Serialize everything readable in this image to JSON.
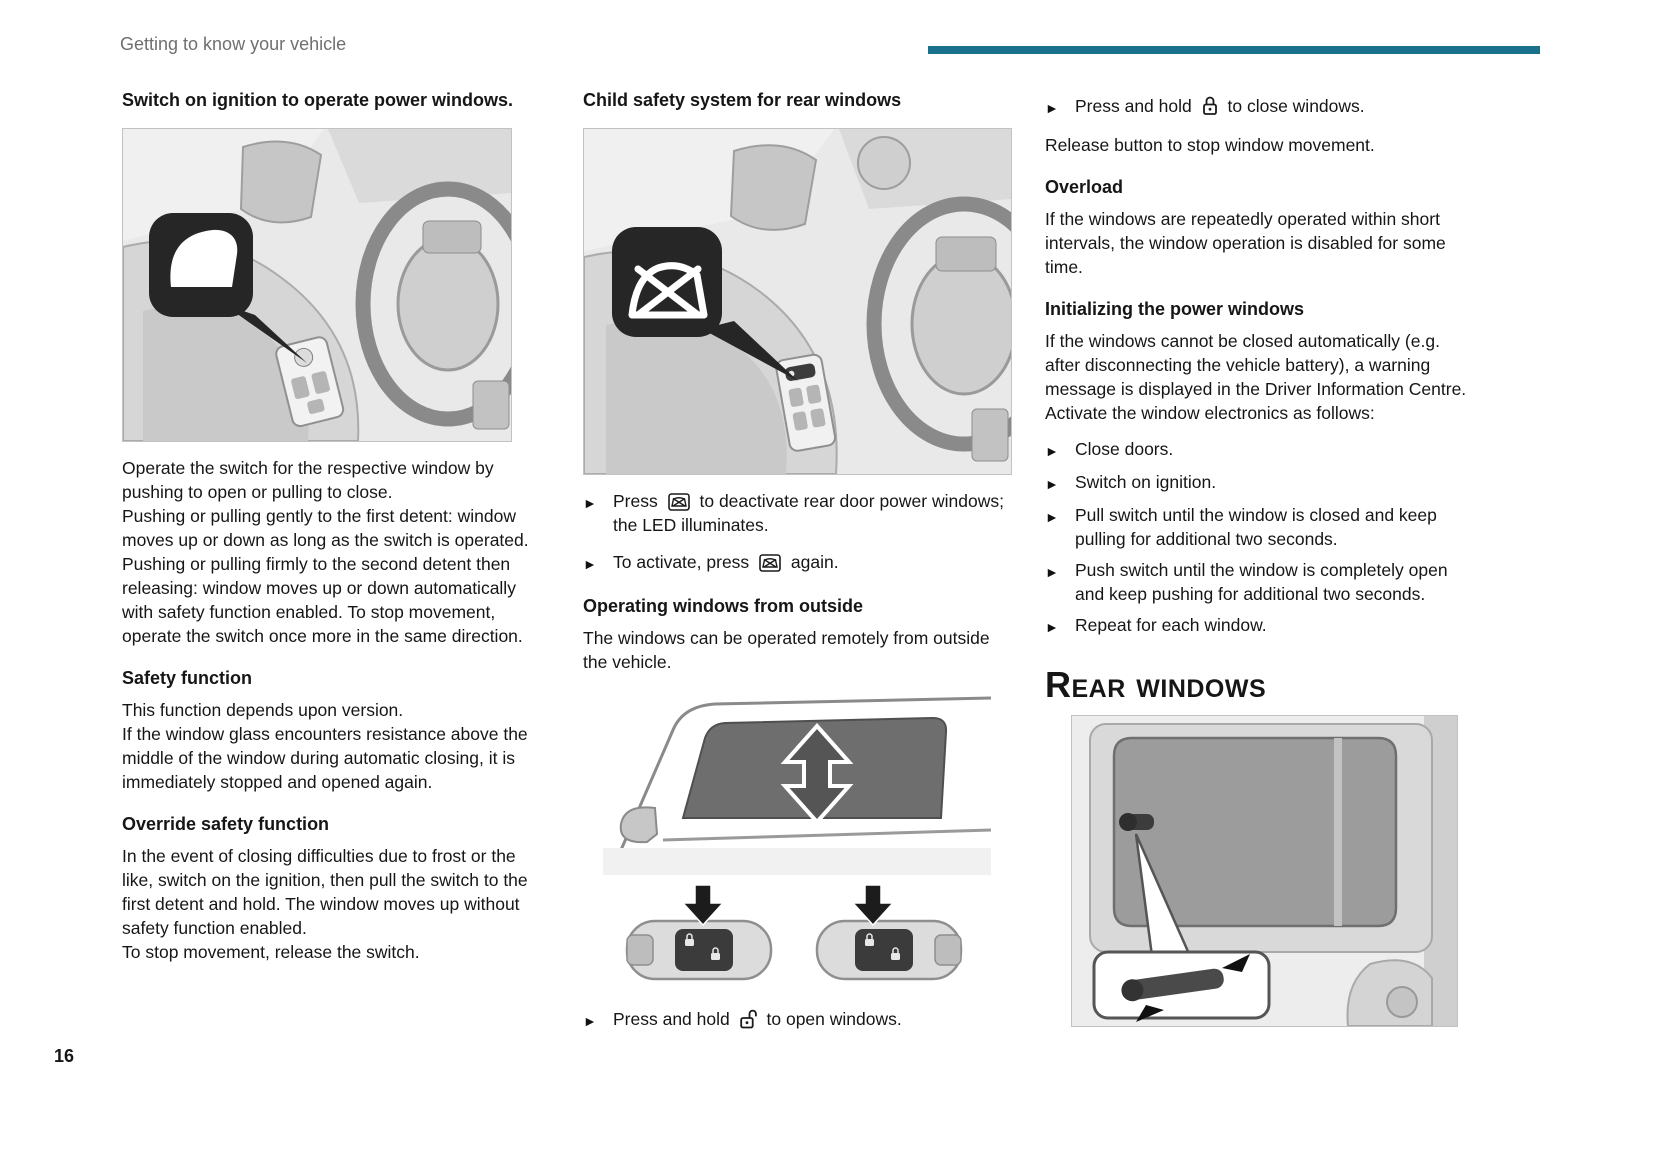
{
  "page": {
    "running_header": "Getting to know your vehicle",
    "page_number": "16",
    "accent_color": "#19708c"
  },
  "marker": "►",
  "col1": {
    "heading": "Switch on ignition to operate power windows.",
    "para_operate": "Operate the switch for the respective window by pushing to open or pulling to close.\nPushing or pulling gently to the first detent: window moves up or down as long as the switch is operated.\nPushing or pulling firmly to the second detent then releasing: window moves up or down automatically with safety function enabled. To stop movement, operate the switch once more in the same direction.",
    "heading_safety": "Safety function",
    "para_safety": "This function depends upon version.\nIf the window glass encounters resistance above the middle of the window during automatic closing, it is immediately stopped and opened again.",
    "heading_override": "Override safety function",
    "para_override": "In the event of closing difficulties due to frost or the like, switch on the ignition, then pull the switch to the first detent and hold. The window moves up without safety function enabled.\nTo stop movement, release the switch."
  },
  "col2": {
    "heading_child": "Child safety system for rear windows",
    "bullet_deactivate_pre": "Press",
    "bullet_deactivate_post": "to deactivate rear door power windows; the LED illuminates.",
    "bullet_activate_pre": "To activate, press",
    "bullet_activate_post": "again.",
    "heading_outside": "Operating windows from outside",
    "para_outside": "The windows can be operated remotely from outside the vehicle.",
    "bullet_open_pre": "Press and hold",
    "bullet_open_post": "to open windows."
  },
  "col3": {
    "bullet_close_pre": "Press and hold",
    "bullet_close_post": "to close windows.",
    "para_release": "Release button to stop window movement.",
    "heading_overload": "Overload",
    "para_overload": "If the windows are repeatedly operated within short intervals, the window operation is disabled for some time.",
    "heading_init": "Initializing the power windows",
    "para_init": "If the windows cannot be closed automatically (e.g. after disconnecting the vehicle battery), a warning message is displayed in the Driver Information Centre.\nActivate the window electronics as follows:",
    "init_steps": [
      "Close doors.",
      "Switch on ignition.",
      "Pull switch until the window is closed and keep pulling for additional two seconds.",
      "Push switch until the window is completely open and keep pushing for additional two seconds.",
      "Repeat for each window."
    ],
    "heading_rear": "Rear windows"
  }
}
